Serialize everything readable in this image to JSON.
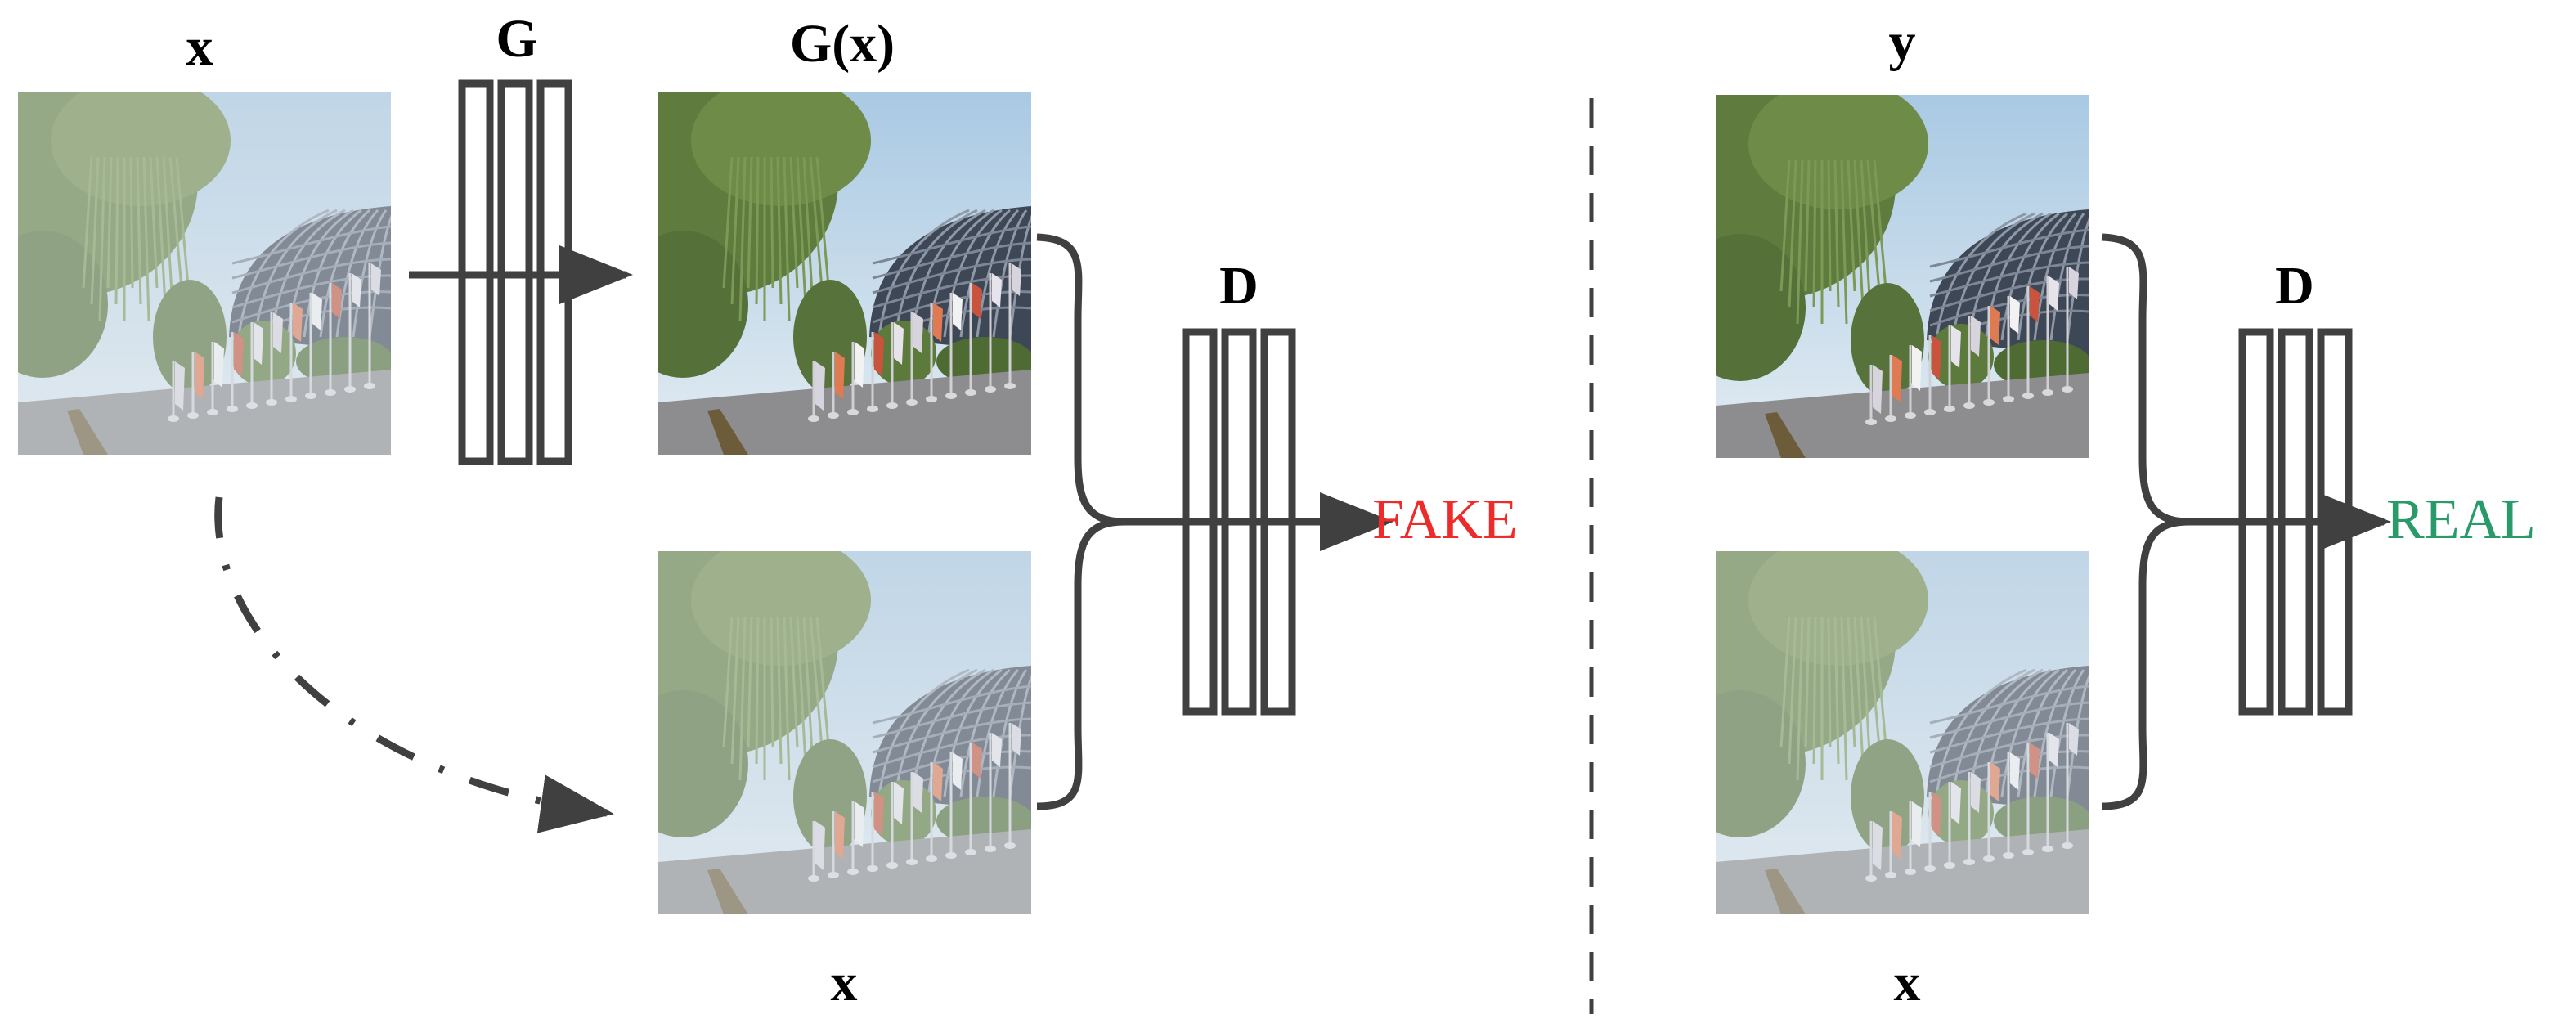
{
  "labels": {
    "input_top_left": "x",
    "generator": "G",
    "generated": "G(x)",
    "input_bottom_left": "x",
    "discriminator_left": "D",
    "target": "y",
    "input_bottom_right": "x",
    "discriminator_right": "D"
  },
  "outputs": {
    "fake": "FAKE",
    "real": "REAL"
  },
  "colors": {
    "fake": "#ee2b2b",
    "real": "#2b9a6a",
    "stroke": "#404040",
    "sky": "#b9d3e6",
    "foliage": "#5f7c3e",
    "road": "#8d8d90"
  },
  "icons": {
    "block": "network-layer-stack-icon",
    "brace": "right-curly-brace-icon",
    "arrow": "right-arrow-icon"
  }
}
